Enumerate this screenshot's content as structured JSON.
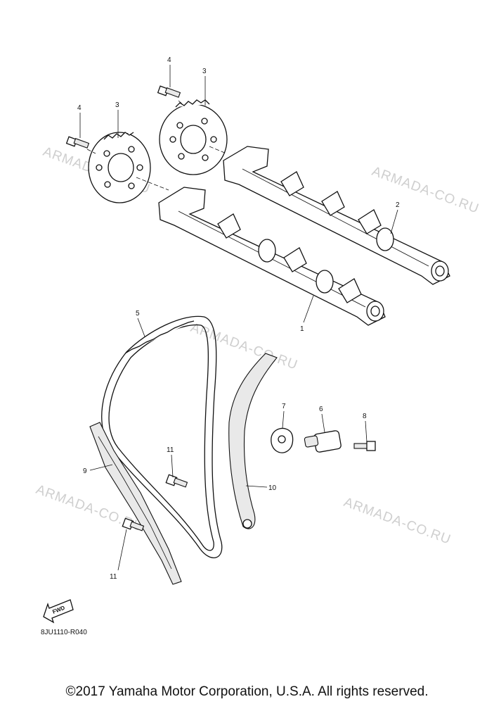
{
  "watermarks": [
    "ARMADA-CO.RU",
    "ARMADA-CO.RU",
    "ARMADA-CO.RU",
    "ARMADA-CO.RU",
    "ARMADA-CO.RU"
  ],
  "callouts": [
    "1",
    "2",
    "3",
    "3",
    "4",
    "4",
    "5",
    "6",
    "7",
    "8",
    "9",
    "10",
    "11",
    "11"
  ],
  "fwd_label": "FWD",
  "diagram_code": "8JU1110-R040",
  "copyright": "©2017 Yamaha Motor Corporation, U.S.A. All rights reserved."
}
